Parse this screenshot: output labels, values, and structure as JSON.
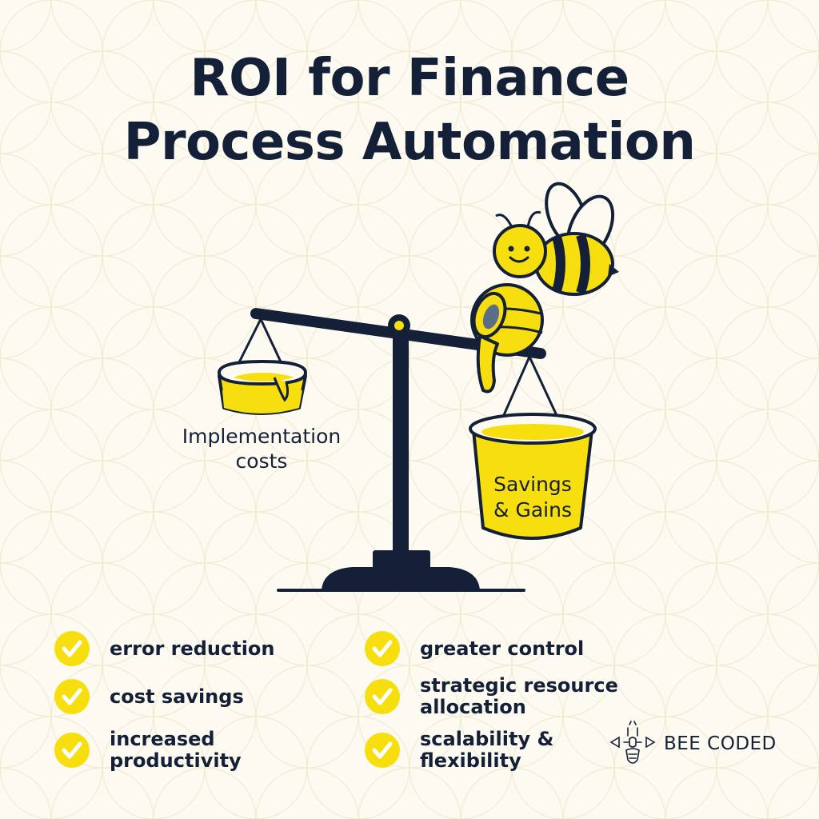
{
  "title": {
    "line1": "ROI for Finance",
    "line2": "Process Automation"
  },
  "scale": {
    "left_pan": {
      "label_line1": "Implementation",
      "label_line2": "costs"
    },
    "right_pan": {
      "label_line1": "Savings",
      "label_line2": "& Gains"
    }
  },
  "benefits": {
    "left": [
      {
        "label": "error reduction"
      },
      {
        "label": "cost savings"
      },
      {
        "label_line1": "increased",
        "label_line2": "productivity"
      }
    ],
    "right": [
      {
        "label": "greater control"
      },
      {
        "label_line1": "strategic resource",
        "label_line2": "allocation"
      },
      {
        "label_line1": "scalability &",
        "label_line2": "flexibility"
      }
    ]
  },
  "brand": {
    "name": "BEE CODED",
    "logo_icon": "bee-logo-icon"
  },
  "icons": {
    "check": "check-circle-icon",
    "mascot": "bee-mascot-icon",
    "scale": "balance-scale-icon"
  },
  "colors": {
    "navy": "#142037",
    "yellow": "#f7de0f",
    "background": "#fdfbf1"
  }
}
